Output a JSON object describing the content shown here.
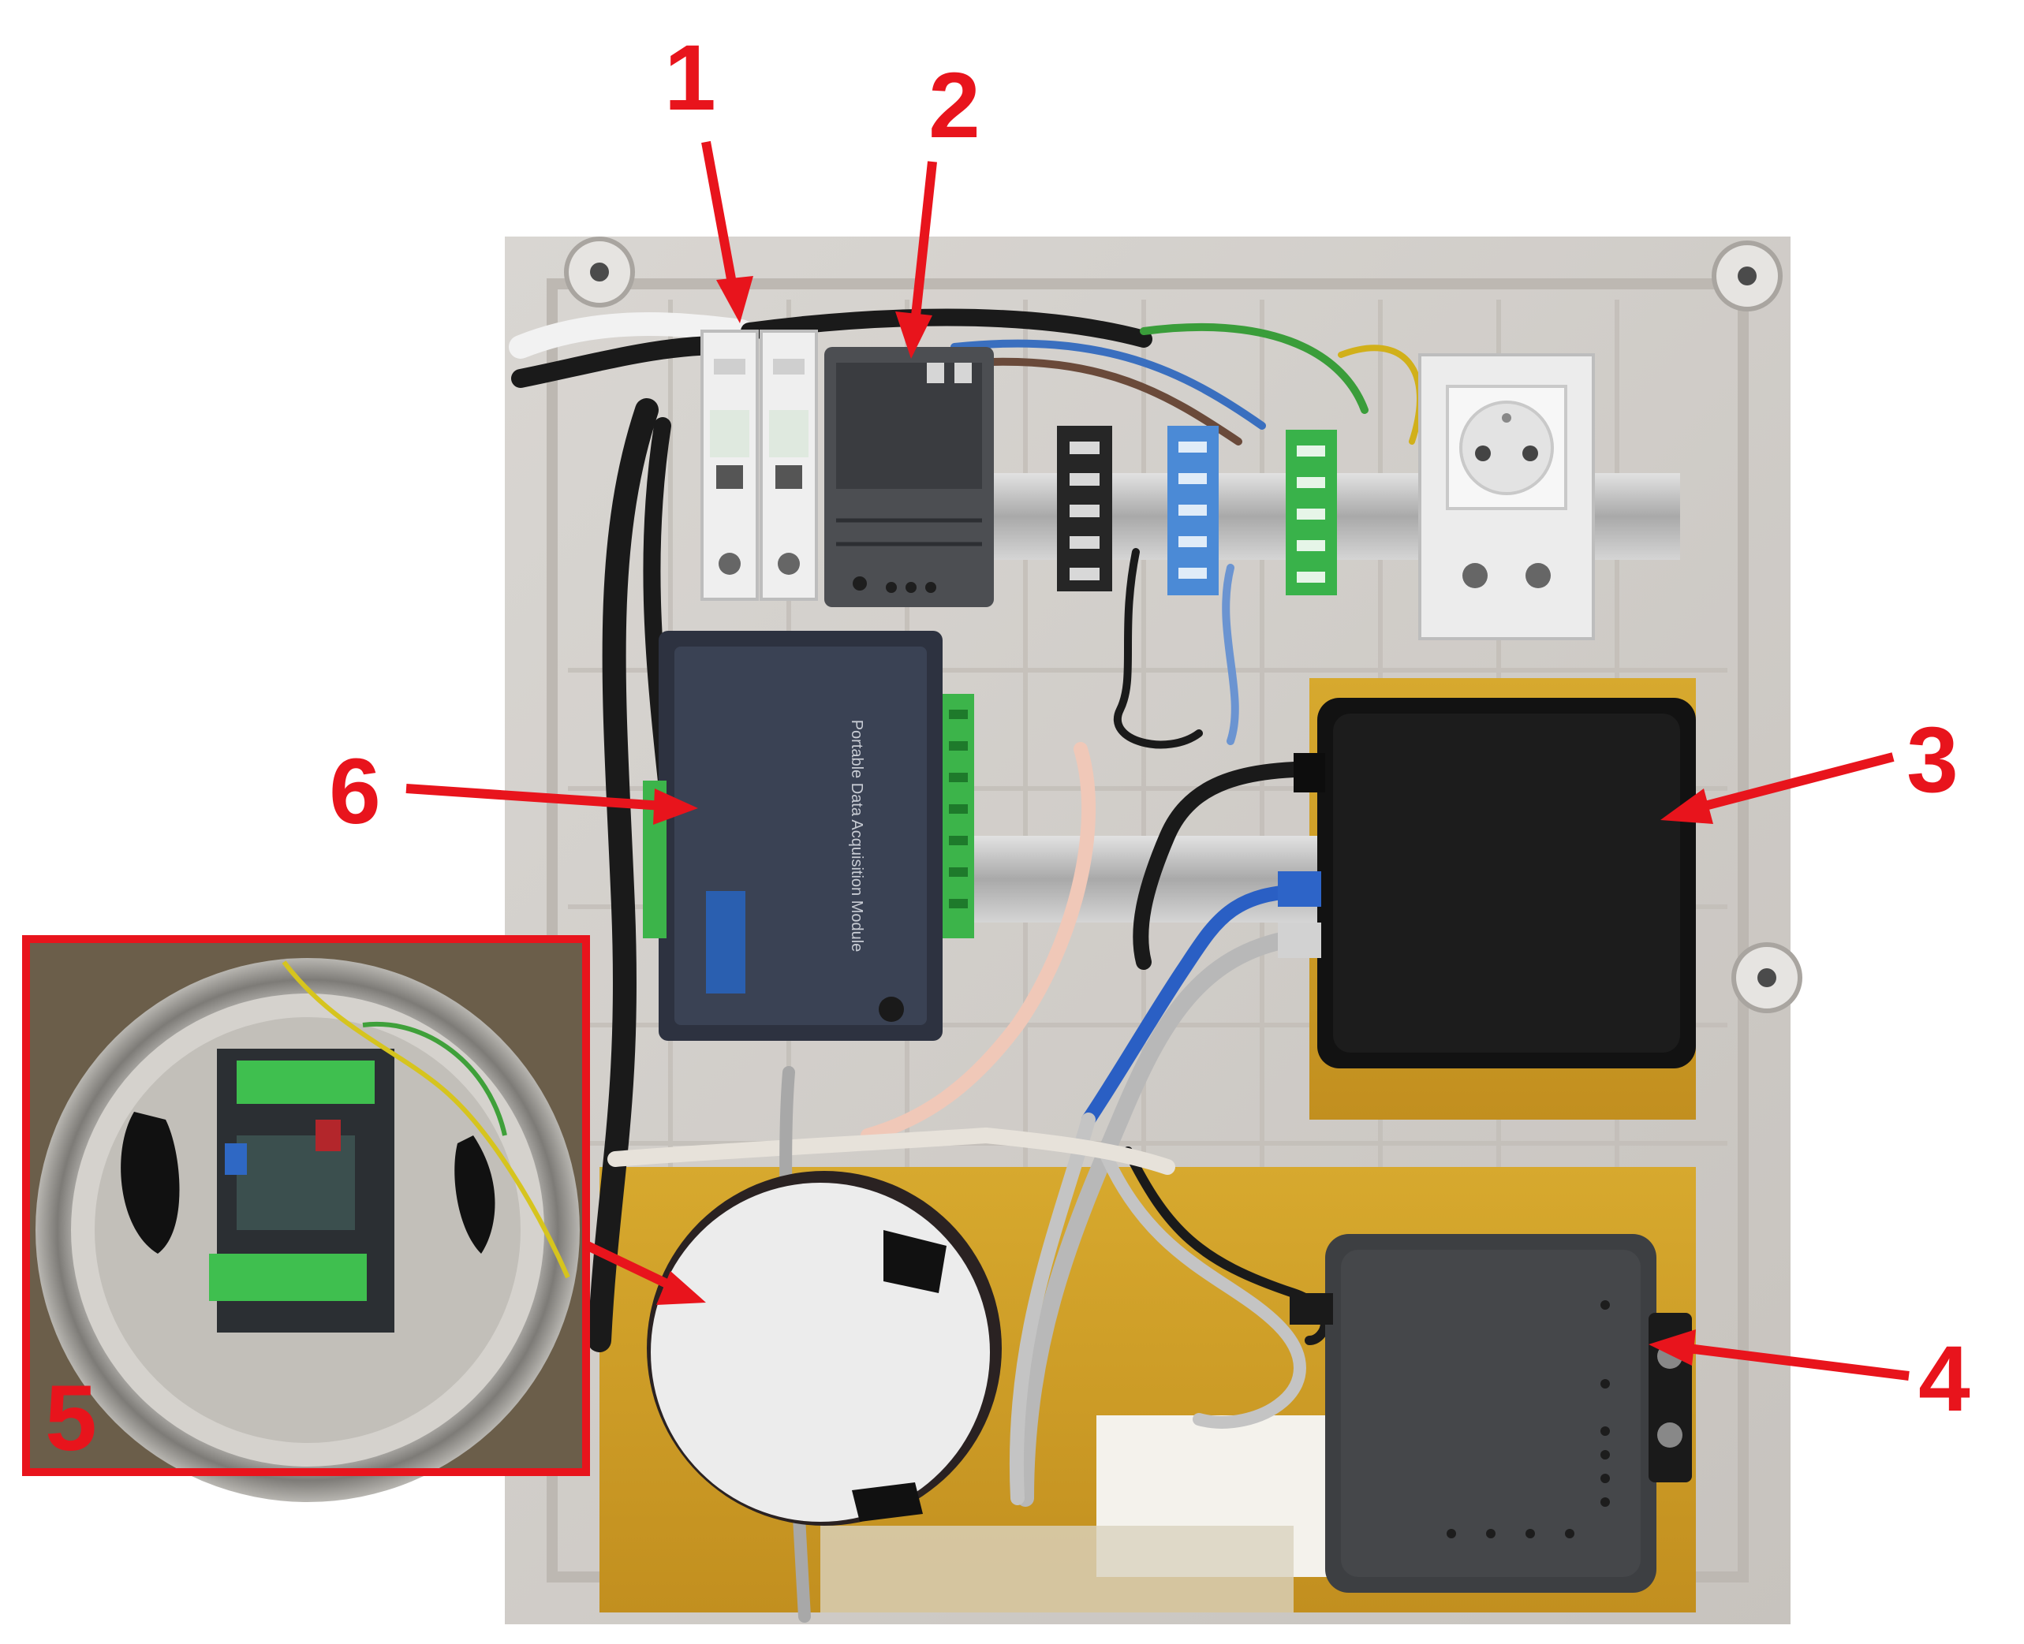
{
  "figure": {
    "description_free": true,
    "accent_color": "#e8141c",
    "callouts": [
      {
        "id": "1",
        "label": "1"
      },
      {
        "id": "2",
        "label": "2"
      },
      {
        "id": "3",
        "label": "3"
      },
      {
        "id": "4",
        "label": "4"
      },
      {
        "id": "5",
        "label": "5"
      },
      {
        "id": "6",
        "label": "6"
      }
    ],
    "device_texts": {
      "daq_module_text": "Portable Data Acquisition Module"
    },
    "icons": [
      "arrow-icon",
      "power-socket-icon",
      "circuit-breaker-icon"
    ]
  }
}
